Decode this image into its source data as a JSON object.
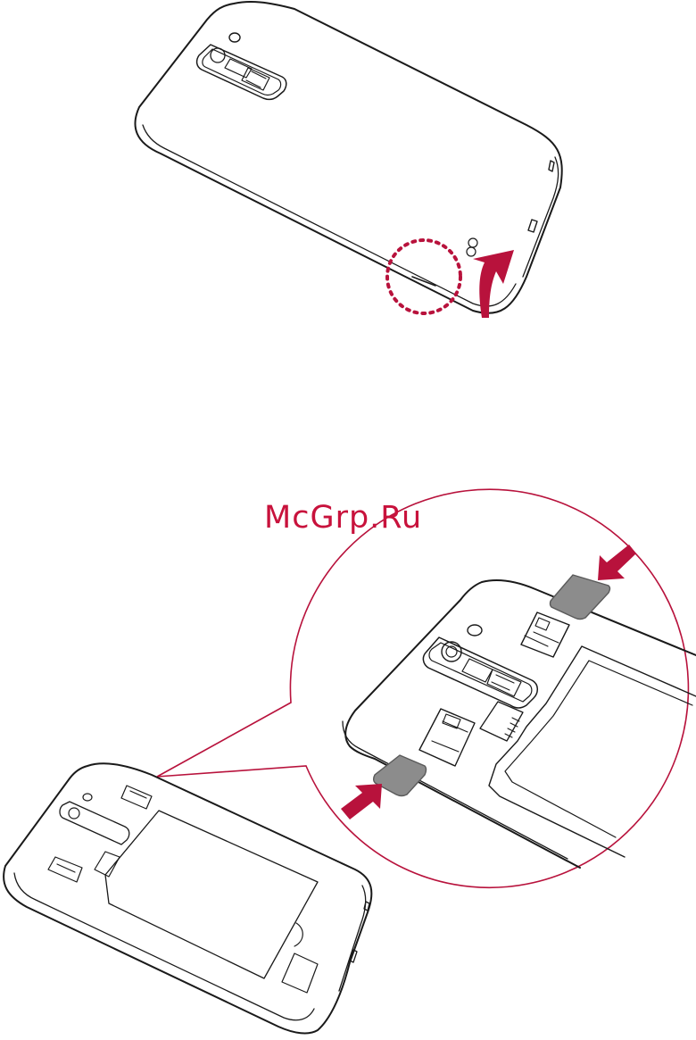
{
  "watermark": {
    "text": "McGrp.Ru"
  },
  "colors": {
    "outline": "#1a1a1a",
    "accent": "#b8123c",
    "sim_card": "#8c8c8c",
    "background": "#ffffff"
  },
  "icons": {
    "lift_arrow": "curved-arrow-up",
    "insert_arrow_top": "arrow-down-left",
    "insert_arrow_bottom": "arrow-up-right",
    "notch_marker": "dotted-circle"
  }
}
